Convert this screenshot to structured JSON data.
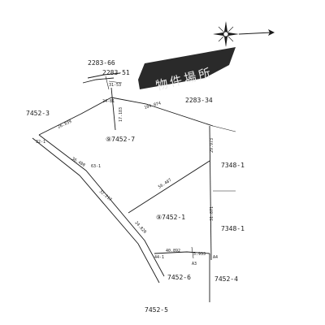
{
  "banner": {
    "text": "物件場所",
    "color": "#2a2a2a",
    "text_color": "#e8e8e8"
  },
  "compass": {
    "icon": "compass-rose-icon"
  },
  "parcels": {
    "p2283_66": "2283-66",
    "p2283_51": "2283-51",
    "p2283_34": "2283-34",
    "p7452_3": "7452-3",
    "p7452_7": "⑨7452-7",
    "p7452_1": "⑨7452-1",
    "p7348_1a": "7348-1",
    "p7348_1b": "7348-1",
    "p7452_6": "7452-6",
    "p7452_4": "7452-4",
    "p7452_5": "7452-5"
  },
  "measurements": {
    "m_left_top": "26.839",
    "m_left_mid": "36.480",
    "m_center_diag": "32.217",
    "m_upper_right": "104.874",
    "m_mid_diag": "56.487",
    "m_right_upper": "29.973",
    "m_right_lower": "31.871",
    "m_lower_diag": "24.820",
    "m_bottom": "40.892",
    "m_bottom_short": "5.933",
    "m_vertical": "17.183"
  },
  "small_points": {
    "pt_a": "31-53",
    "pt_b": "24-81",
    "pt_c": "32-1",
    "pt_d": "63-1",
    "pt_e": "44-1",
    "pt_f": "A4",
    "pt_g": "A3"
  }
}
